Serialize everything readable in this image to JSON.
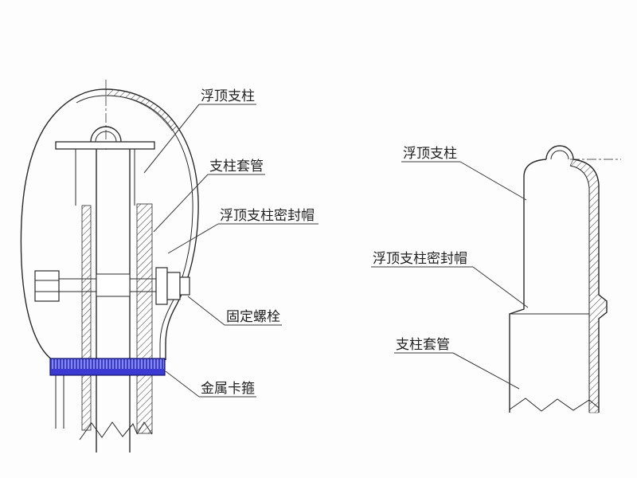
{
  "diagram": {
    "kind": "engineering-cross-section",
    "left_labels": [
      {
        "id": "fuding-zhizhu",
        "text": "浮顶支柱"
      },
      {
        "id": "zhizhu-taoguan",
        "text": "支柱套管"
      },
      {
        "id": "mifengmao",
        "text": "浮顶支柱密封帽"
      },
      {
        "id": "guding-luoshuan",
        "text": "固定螺栓"
      },
      {
        "id": "jinshu-kagu",
        "text": "金属卡箍"
      }
    ],
    "right_labels": [
      {
        "id": "fuding-zhizhu",
        "text": "浮顶支柱"
      },
      {
        "id": "mifengmao",
        "text": "浮顶支柱密封帽"
      },
      {
        "id": "zhizhu-taoguan",
        "text": "支柱套管"
      }
    ],
    "colors": {
      "line": "#2a2a2a",
      "clamp_fill": "#3b3bd4",
      "clamp_tick": "#cdd4f7",
      "background": "#fdfdfd"
    }
  }
}
